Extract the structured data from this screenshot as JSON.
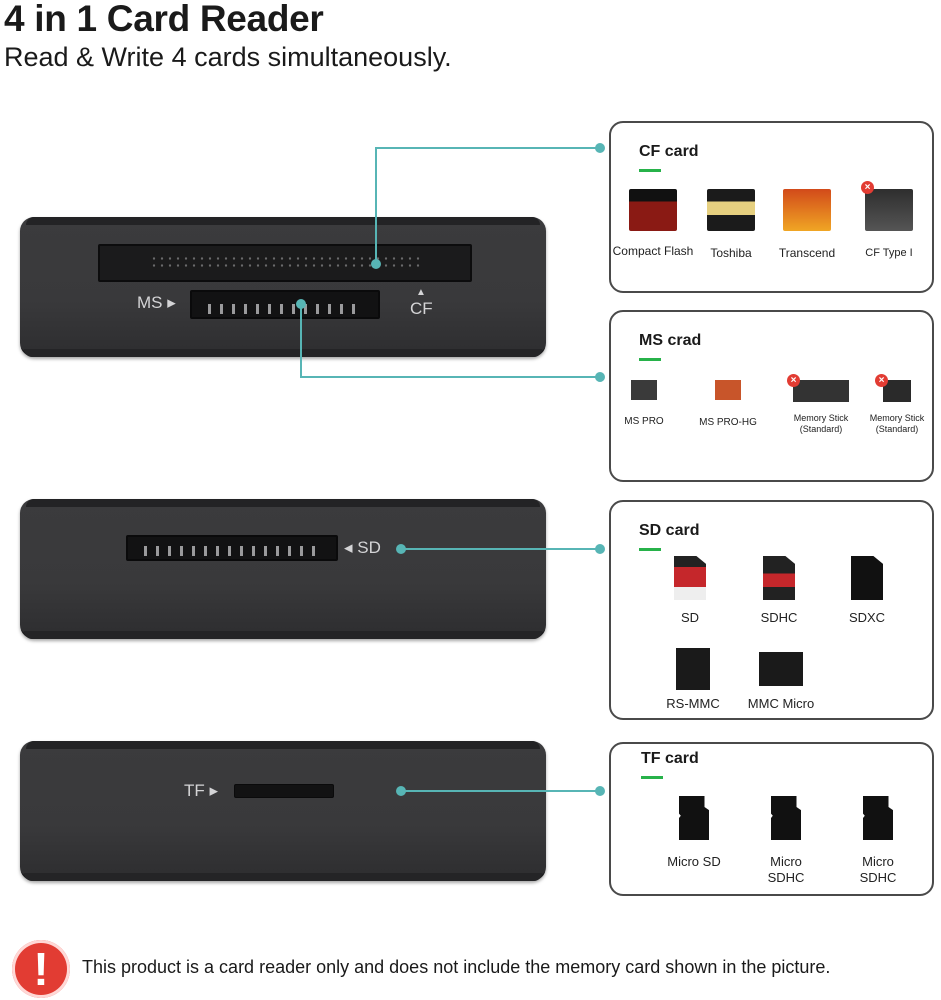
{
  "header": {
    "title": "4 in 1 Card Reader",
    "subtitle": "Read & Write 4 cards simultaneously."
  },
  "device": {
    "ms_label": "MS ▸",
    "cf_label": "CF",
    "cf_arrow": "▲",
    "sd_label": "◂ SD",
    "tf_label": "TF ▸"
  },
  "panels": {
    "cf": {
      "title": "CF card",
      "cards": [
        {
          "label": "Compact Flash",
          "supported": true,
          "color": "#8a1a14"
        },
        {
          "label": "Toshiba",
          "supported": true,
          "color": "#1b1b1b"
        },
        {
          "label": "Transcend",
          "supported": true,
          "color": "#e08a1a"
        },
        {
          "label": "CF Type I",
          "supported": false,
          "color": "#4a4a4a"
        }
      ]
    },
    "ms": {
      "title": "MS crad",
      "cards": [
        {
          "label": "MS PRO",
          "supported": true,
          "color": "#3a3a3a"
        },
        {
          "label": "MS PRO-HG",
          "supported": true,
          "color": "#c8552a"
        },
        {
          "label": "Memory Stick (Standard)",
          "supported": false,
          "color": "#333333"
        },
        {
          "label": "Memory Stick (Standard)",
          "supported": false,
          "color": "#2a2a2a"
        }
      ]
    },
    "sd": {
      "title": "SD card",
      "cards": [
        {
          "label": "SD",
          "supported": true,
          "color": "#c5272b"
        },
        {
          "label": "SDHC",
          "supported": true,
          "color": "#222222"
        },
        {
          "label": "SDXC",
          "supported": true,
          "color": "#111111"
        },
        {
          "label": "RS-MMC",
          "supported": true,
          "color": "#1a1a1a"
        },
        {
          "label": "MMC Micro",
          "supported": true,
          "color": "#1a1a1a"
        }
      ]
    },
    "tf": {
      "title": "TF card",
      "cards": [
        {
          "label": "Micro SD",
          "supported": true,
          "color": "#111111"
        },
        {
          "label": "Micro SDHC",
          "supported": true,
          "color": "#111111"
        },
        {
          "label": "Micro SDHC",
          "supported": true,
          "color": "#111111"
        }
      ]
    }
  },
  "footer": {
    "warning_icon": "!",
    "notice": "This product is a card reader only and does not include the memory card shown in the picture."
  },
  "colors": {
    "connector": "#57b5b5",
    "accent_underline": "#27b24a",
    "warning": "#e23c33",
    "device_body": "#3a3a3c"
  }
}
